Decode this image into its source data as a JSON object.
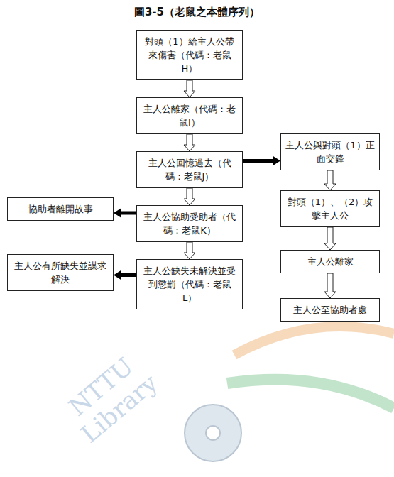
{
  "diagram": {
    "title": "圖3-5（老鼠之本體序列）",
    "nodes": [
      {
        "text": [
          "對頭（1）給主人公帶來傷害（代碼：老鼠H）"
        ]
      },
      {
        "text": [
          "主人公離家（代碼：老鼠I）"
        ]
      },
      {
        "text": [
          "主人公回憶過去（代碼：老鼠J）"
        ]
      },
      {
        "text": [
          "主人公與對頭（1）正面交鋒"
        ]
      },
      {
        "text": [
          "協助者離開故事"
        ]
      },
      {
        "text": [
          "主人公協助受助者（代碼：老鼠K）"
        ]
      },
      {
        "text": [
          "對頭（1）、（2）攻擊主人公"
        ]
      },
      {
        "text": [
          "主人公有所缺失並謀求解決"
        ]
      },
      {
        "text": [
          "主人公缺失未解決並受到懲罰（代碼：老鼠L）"
        ]
      },
      {
        "text": [
          "主人公離家"
        ]
      },
      {
        "text": [
          "主人公至協助者處"
        ]
      }
    ],
    "edges": [
      {
        "from": 0,
        "to": 1,
        "arrow": "to"
      },
      {
        "from": 1,
        "to": 2,
        "arrow": "to"
      },
      {
        "from": 2,
        "to": 5,
        "arrow": "to"
      },
      {
        "from": 5,
        "to": 8,
        "arrow": "to"
      },
      {
        "from": 2,
        "to": 3,
        "arrow": "to"
      },
      {
        "from": 3,
        "to": 6,
        "arrow": "to"
      },
      {
        "from": 6,
        "to": 9,
        "arrow": "to"
      },
      {
        "from": 9,
        "to": 10,
        "arrow": "to"
      },
      {
        "from": 5,
        "to": 4,
        "arrow": "to"
      },
      {
        "from": 8,
        "to": 7,
        "arrow": "to"
      }
    ],
    "labels": [
      "NTTU Library"
    ]
  }
}
